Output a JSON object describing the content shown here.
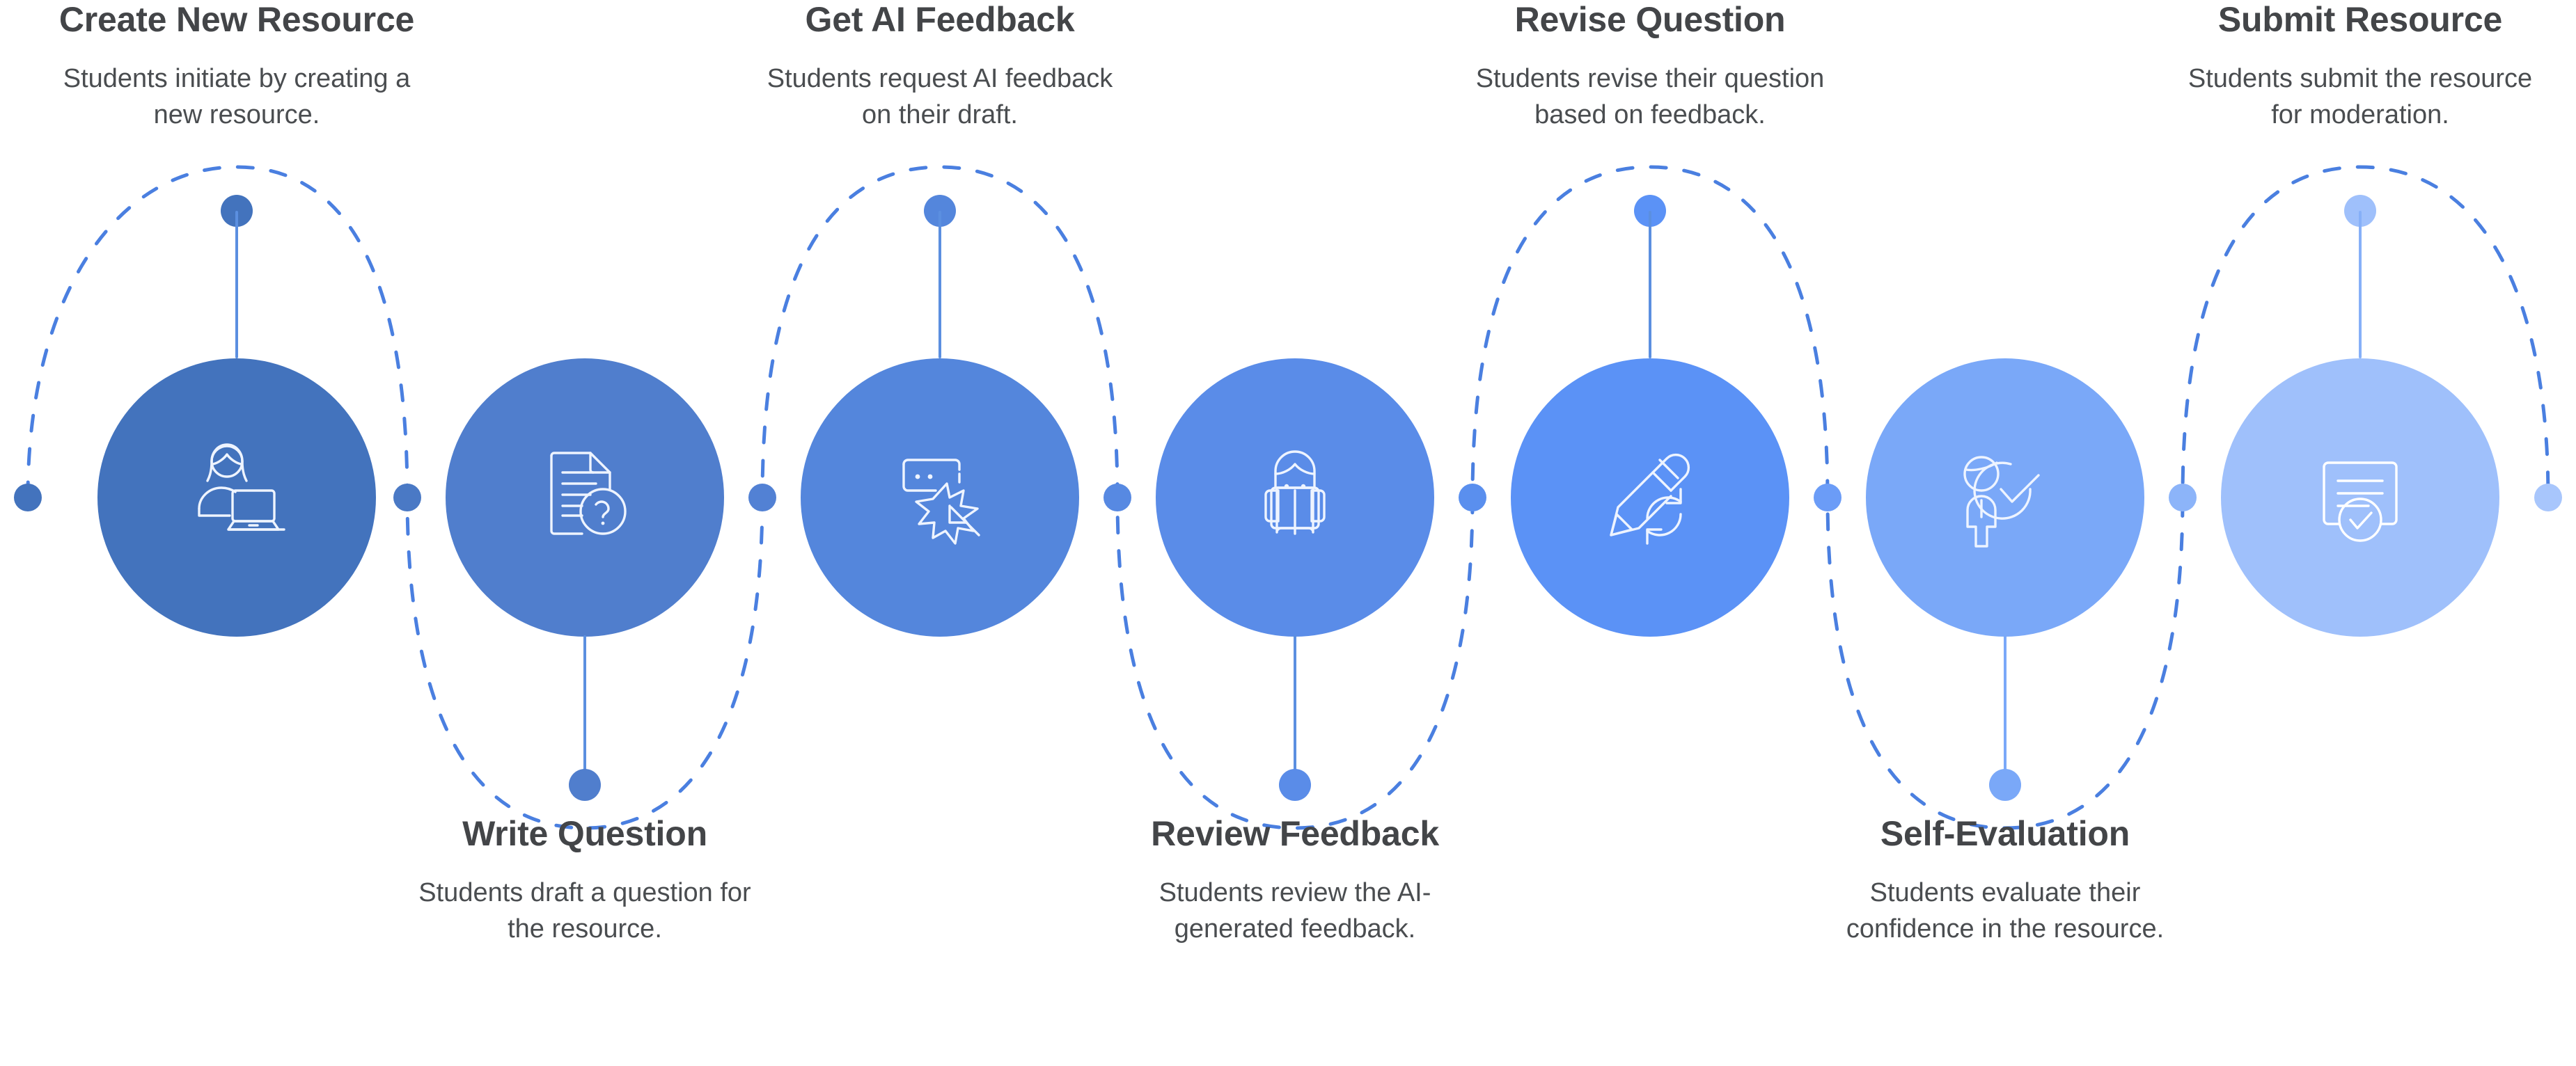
{
  "diagram": {
    "type": "process-flow-wave",
    "orientation": "horizontal",
    "background_color": "#ffffff",
    "title_color": "#434548",
    "desc_color": "#4a4d50",
    "dash_path_color": "#4a7fe0",
    "steps": [
      {
        "index": 1,
        "title": "Create New Resource",
        "desc_line1": "Students initiate by creating a",
        "desc_line2": "new resource.",
        "icon": "person-with-laptop-icon",
        "color": "#4373bd",
        "label_side": "top"
      },
      {
        "index": 2,
        "title": "Write Question",
        "desc_line1": "Students draft a question for",
        "desc_line2": "the resource.",
        "icon": "document-question-icon",
        "color": "#507ecd",
        "label_side": "bottom"
      },
      {
        "index": 3,
        "title": "Get AI Feedback",
        "desc_line1": "Students request AI feedback",
        "desc_line2": "on their draft.",
        "icon": "chat-sparkle-cursor-icon",
        "color": "#5486dc",
        "label_side": "top"
      },
      {
        "index": 4,
        "title": "Review Feedback",
        "desc_line1": "Students review the AI-",
        "desc_line2": "generated feedback.",
        "icon": "person-reading-book-icon",
        "color": "#5a8ce8",
        "label_side": "bottom"
      },
      {
        "index": 5,
        "title": "Revise Question",
        "desc_line1": "Students revise their question",
        "desc_line2": "based on feedback.",
        "icon": "pencil-refresh-icon",
        "color": "#5b92f6",
        "label_side": "top"
      },
      {
        "index": 6,
        "title": "Self-Evaluation",
        "desc_line1": "Students evaluate their",
        "desc_line2": "confidence in the resource.",
        "icon": "person-check-icon",
        "color": "#7aa8f8",
        "label_side": "bottom"
      },
      {
        "index": 7,
        "title": "Submit Resource",
        "desc_line1": "Students submit the resource",
        "desc_line2": "for moderation.",
        "icon": "document-approved-icon",
        "color": "#9fc0fb",
        "label_side": "top"
      }
    ],
    "junction_dots": [
      {
        "name": "junction-dot-start",
        "color": "#4373bd"
      },
      {
        "name": "junction-dot-1-2",
        "color": "#4a79c5"
      },
      {
        "name": "junction-dot-2-3",
        "color": "#5281d4"
      },
      {
        "name": "junction-dot-3-4",
        "color": "#5789e2"
      },
      {
        "name": "junction-dot-4-5",
        "color": "#5a8fee"
      },
      {
        "name": "junction-dot-5-6",
        "color": "#6b9cf7"
      },
      {
        "name": "junction-dot-6-7",
        "color": "#8cb4f9"
      },
      {
        "name": "junction-dot-end",
        "color": "#a8c6fc"
      }
    ]
  }
}
